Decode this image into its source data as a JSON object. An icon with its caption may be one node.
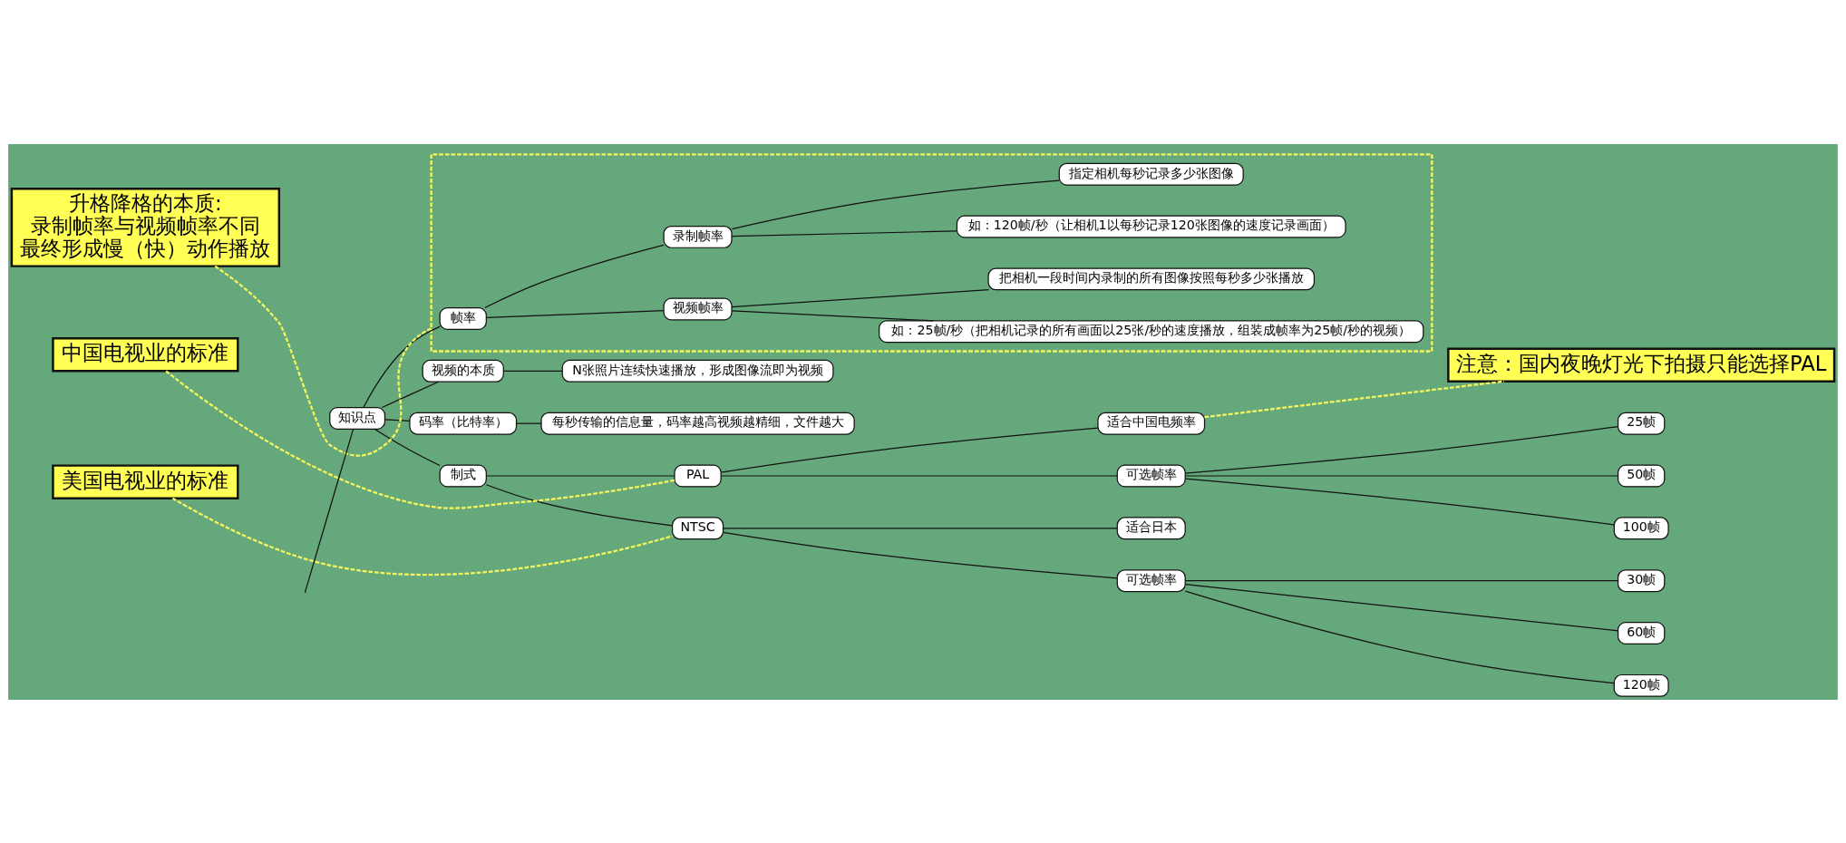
{
  "diagram": {
    "nodes": [
      {
        "text": [
          "知识点"
        ]
      },
      {
        "text": [
          "视频的本质"
        ]
      },
      {
        "text": [
          "N张照片连续快速播放，形成图像流即为视频"
        ]
      },
      {
        "text": [],
        "shape": "box"
      },
      {
        "text": [
          "帧率"
        ],
        "in": 3
      },
      {
        "text": [
          "录制帧率"
        ],
        "in": 3
      },
      {
        "text": [
          "指定相机每秒记录多少张图像"
        ],
        "in": 3
      },
      {
        "text": [
          "如：120帧/秒（让相机1以每秒记录120张图像的速度记录画面）"
        ],
        "in": 3
      },
      {
        "text": [
          "视频帧率"
        ],
        "in": 3
      },
      {
        "text": [
          "把相机一段时间内录制的所有图像按照每秒多少张播放"
        ],
        "in": 3
      },
      {
        "text": [
          "如：25帧/秒（把相机记录的所有画面以25张/秒的速度播放，组装成帧率为25帧/秒的视频）"
        ],
        "in": 3
      },
      {
        "text": [
          "码率（比特率）"
        ]
      },
      {
        "text": [
          "每秒传输的信息量，码率越高视频越精细，文件越大"
        ]
      },
      {
        "text": [
          "制式"
        ]
      },
      {
        "text": [
          "PAL"
        ]
      },
      {
        "text": [
          "适合中国电频率"
        ]
      },
      {
        "text": [
          "可选帧率"
        ]
      },
      {
        "text": [
          "25帧"
        ]
      },
      {
        "text": [
          "50帧"
        ]
      },
      {
        "text": [
          "100帧"
        ]
      },
      {
        "text": [
          "NTSC"
        ]
      },
      {
        "text": [
          "适合日本"
        ]
      },
      {
        "text": [
          "可选帧率"
        ]
      },
      {
        "text": [
          "30帧"
        ]
      },
      {
        "text": [
          "60帧"
        ]
      },
      {
        "text": [
          "120帧"
        ]
      },
      {
        "text": [
          "升格降格的本质:",
          "录制帧率与视频帧率不同",
          "最终形成慢（快）动作播放"
        ]
      },
      {
        "text": [
          "中国电视业的标准"
        ]
      },
      {
        "text": [
          "美国电视业的标准"
        ]
      },
      {
        "text": [
          "注意：国内夜晚灯光下拍摄只能选择PAL"
        ]
      }
    ],
    "edges": [
      {
        "from": null,
        "to": 0,
        "arrow": "none"
      },
      {
        "from": 0,
        "to": 1,
        "arrow": "none"
      },
      {
        "from": 1,
        "to": 2,
        "arrow": "none"
      },
      {
        "from": 0,
        "to": 4,
        "arrow": "none"
      },
      {
        "from": 4,
        "to": 5,
        "arrow": "none"
      },
      {
        "from": 5,
        "to": 6,
        "arrow": "none"
      },
      {
        "from": 5,
        "to": 7,
        "arrow": "none"
      },
      {
        "from": 4,
        "to": 8,
        "arrow": "none"
      },
      {
        "from": 8,
        "to": 9,
        "arrow": "none"
      },
      {
        "from": 8,
        "to": 10,
        "arrow": "none"
      },
      {
        "from": 0,
        "to": 11,
        "arrow": "none"
      },
      {
        "from": 11,
        "to": 12,
        "arrow": "none"
      },
      {
        "from": 0,
        "to": 13,
        "arrow": "none"
      },
      {
        "from": 13,
        "to": 14,
        "arrow": "none"
      },
      {
        "from": 14,
        "to": 15,
        "arrow": "none"
      },
      {
        "from": 14,
        "to": 16,
        "arrow": "none"
      },
      {
        "from": 16,
        "to": 17,
        "arrow": "none"
      },
      {
        "from": 16,
        "to": 18,
        "arrow": "none"
      },
      {
        "from": 16,
        "to": 19,
        "arrow": "none"
      },
      {
        "from": 13,
        "to": 20,
        "arrow": "none"
      },
      {
        "from": 20,
        "to": 21,
        "arrow": "none"
      },
      {
        "from": 20,
        "to": 22,
        "arrow": "none"
      },
      {
        "from": 22,
        "to": 23,
        "arrow": "none"
      },
      {
        "from": 22,
        "to": 24,
        "arrow": "none"
      },
      {
        "from": 22,
        "to": 25,
        "arrow": "none"
      },
      {
        "from": 26,
        "to": 3,
        "arrow": "none",
        "style": "dashed",
        "color": "#f5f55c"
      },
      {
        "from": 27,
        "to": 14,
        "arrow": "none",
        "style": "dashed",
        "color": "#f5f55c"
      },
      {
        "from": 28,
        "to": 20,
        "arrow": "none",
        "style": "dashed",
        "color": "#f5f55c"
      },
      {
        "from": 15,
        "to": 29,
        "arrow": "none",
        "style": "dashed",
        "color": "#f5f55c"
      }
    ]
  }
}
